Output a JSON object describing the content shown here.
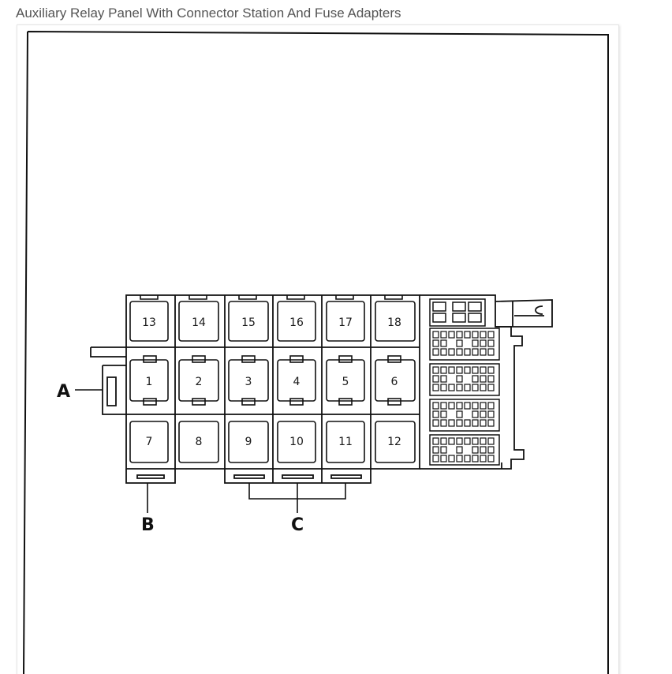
{
  "page": {
    "title": "Auxiliary Relay Panel With Connector Station And Fuse Adapters"
  },
  "diagram": {
    "top_row": [
      "13",
      "14",
      "15",
      "16",
      "17",
      "18"
    ],
    "middle_row": [
      "1",
      "2",
      "3",
      "4",
      "5",
      "6"
    ],
    "bottom_row": [
      "7",
      "8",
      "9",
      "10",
      "11",
      "12"
    ],
    "callouts": {
      "a": "A",
      "b": "B",
      "c": "C"
    }
  },
  "colors": {
    "line": "#111111",
    "background": "#ffffff",
    "title": "#555555"
  }
}
